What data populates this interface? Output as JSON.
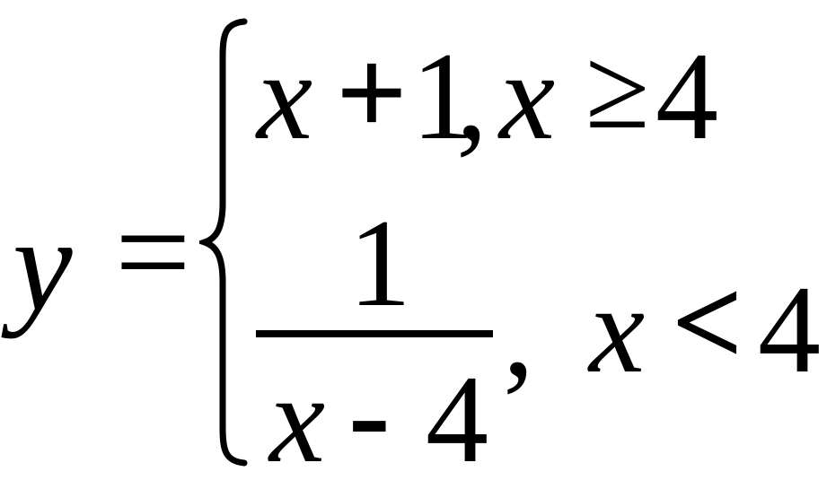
{
  "formula": {
    "lhs_var": "y",
    "equals": "=",
    "case1": {
      "x": "x",
      "plus": "+",
      "one": "1",
      "comma": ",",
      "x2": "x",
      "geq": "≥",
      "four": "4"
    },
    "case2": {
      "numerator": "1",
      "den_x": "x",
      "den_minus": "-",
      "den_four": "4",
      "comma": ",",
      "x": "x",
      "lt": "<",
      "four": "4"
    }
  }
}
